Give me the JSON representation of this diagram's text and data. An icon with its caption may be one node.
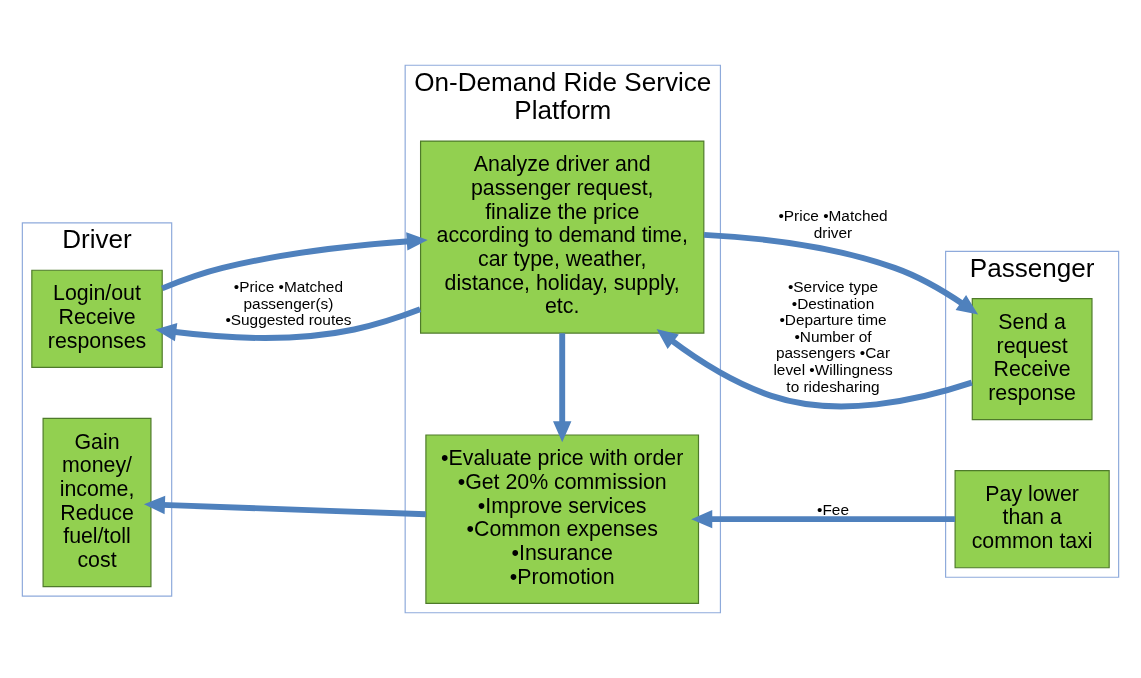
{
  "diagram": {
    "nodes": [
      {
        "text": [
          "Driver"
        ]
      },
      {
        "text": [
          "Login/out",
          "Receive responses"
        ],
        "in": 0
      },
      {
        "text": [
          "Gain money/ income, Reduce fuel/toll cost"
        ],
        "in": 0
      },
      {
        "text": [
          "On-Demand Ride Service Platform"
        ]
      },
      {
        "text": [
          "Analyze driver and passenger request, finalize the price according to demand time, car type, weather, distance, holiday, supply, etc."
        ],
        "in": 3
      },
      {
        "text": [
          "•Evaluate price with order",
          "•Get 20% commission",
          "•Improve services",
          "•Common expenses",
          "•Insurance",
          "•Promotion"
        ],
        "in": 3
      },
      {
        "text": [
          "Passenger"
        ]
      },
      {
        "text": [
          "Send a request",
          "Receive response"
        ],
        "in": 6
      },
      {
        "text": [
          "Pay lower than a common taxi"
        ],
        "in": 6
      }
    ],
    "edges": [
      {
        "from": 1,
        "to": 4,
        "arrow": "to"
      },
      {
        "from": 4,
        "to": 1,
        "arrow": "to",
        "label": "•Price •Matched passenger(s) •Suggested routes"
      },
      {
        "from": 4,
        "to": 7,
        "arrow": "to",
        "label": "•Price •Matched driver"
      },
      {
        "from": 7,
        "to": 4,
        "arrow": "to",
        "label": "•Service type •Destination •Departure time •Number of passengers •Car level •Willingness to ridesharing"
      },
      {
        "from": 4,
        "to": 5,
        "arrow": "to"
      },
      {
        "from": 5,
        "to": 2,
        "arrow": "to"
      },
      {
        "from": 8,
        "to": 5,
        "arrow": "to",
        "label": "•Fee"
      }
    ]
  }
}
